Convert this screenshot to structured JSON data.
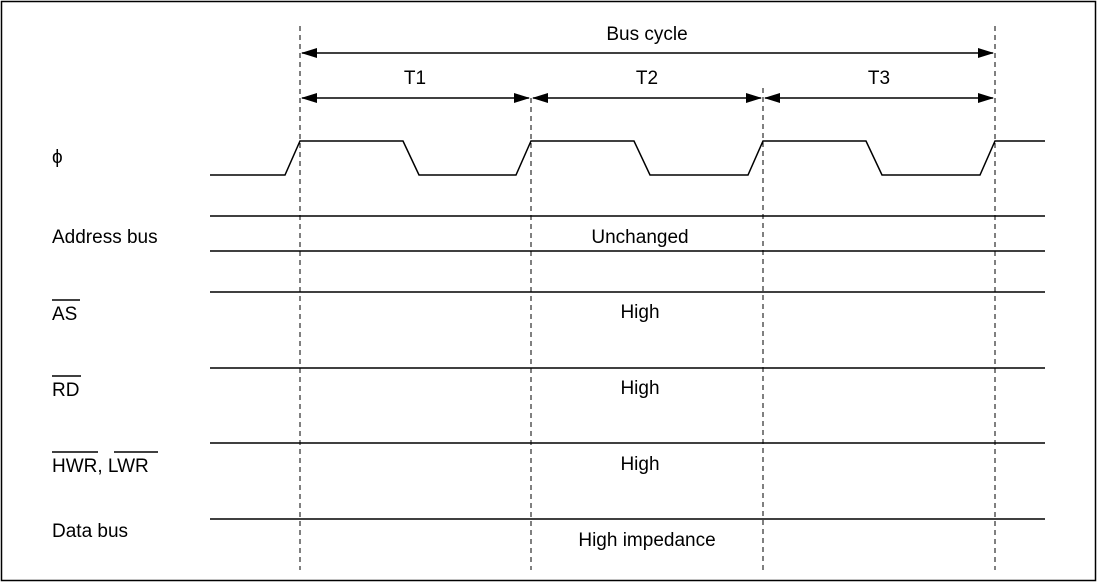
{
  "diagram": {
    "bus_cycle_label": "Bus cycle",
    "states": [
      "T1",
      "T2",
      "T3"
    ],
    "signals": [
      {
        "name": "ϕ",
        "overline": [],
        "value": ""
      },
      {
        "name": "Address bus",
        "overline": [],
        "value": "Unchanged"
      },
      {
        "name": "AS",
        "overline": [
          "AS"
        ],
        "value": "High"
      },
      {
        "name": "RD",
        "overline": [
          "RD"
        ],
        "value": "High"
      },
      {
        "name": "HWR, LWR",
        "overline": [
          "HWR",
          "LWR"
        ],
        "value": "High"
      },
      {
        "name": "Data bus",
        "overline": [],
        "value": "High impedance"
      }
    ]
  }
}
